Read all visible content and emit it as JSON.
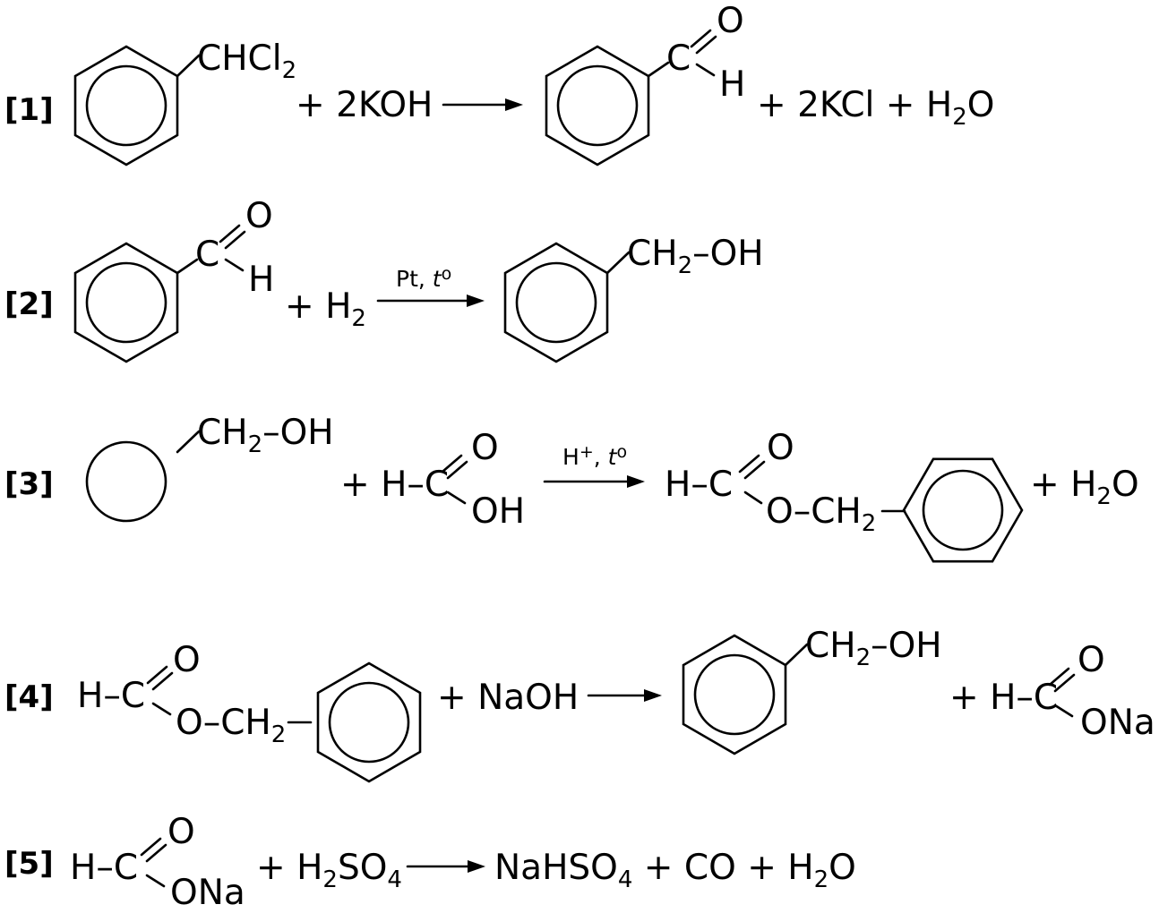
{
  "reactions": [
    {
      "label": "[1]",
      "dichloromethyl": "CHCl",
      "dichloromethyl_sub": "2",
      "reagent": "+ 2KOH",
      "aldehyde_carbon": "C",
      "aldehyde_oxygen": "O",
      "aldehyde_hydrogen": "H",
      "byproduct_kcl": "+ 2KCl + H",
      "water_sub": "2",
      "water_o": "O"
    },
    {
      "label": "[2]",
      "aldehyde_carbon": "C",
      "aldehyde_oxygen": "O",
      "aldehyde_hydrogen": "H",
      "reagent": "+ H",
      "reagent_sub": "2",
      "condition": "Pt, ",
      "condition_temp": "t",
      "condition_deg": "o",
      "product_ch": "CH",
      "product_sub": "2",
      "product_oh": "–OH"
    },
    {
      "label": "[3]",
      "alcohol_ch": "CH",
      "alcohol_sub": "2",
      "alcohol_oh": "–OH",
      "acid_prefix": "+ H–C",
      "acid_oxygen": "O",
      "acid_oh": "OH",
      "condition_h": "H",
      "condition_plus": "+",
      "condition_sep": ", ",
      "condition_temp": "t",
      "condition_deg": "o",
      "ester_prefix": "H–C",
      "ester_oxygen": "O",
      "ester_link": "O–CH",
      "ester_sub": "2",
      "water": "+ H",
      "water_sub": "2",
      "water_o": "O"
    },
    {
      "label": "[4]",
      "ester_prefix": "H–C",
      "ester_oxygen": "O",
      "ester_link": "O–CH",
      "ester_sub": "2",
      "reagent": "+ NaOH",
      "alcohol_ch": "CH",
      "alcohol_sub": "2",
      "alcohol_oh": "–OH",
      "formate_prefix": "+ H–C",
      "formate_oxygen": "O",
      "formate_ona": "ONa"
    },
    {
      "label": "[5]",
      "formate_prefix": "H–C",
      "formate_oxygen": "O",
      "formate_ona": "ONa",
      "acid": "+ H",
      "acid_sub": "2",
      "acid_so": "SO",
      "acid_sub4": "4",
      "product_nahso": "NaHSO",
      "product_sub4": "4",
      "product_rest": " + CO + H",
      "product_water_sub": "2",
      "product_water_o": "O"
    }
  ]
}
